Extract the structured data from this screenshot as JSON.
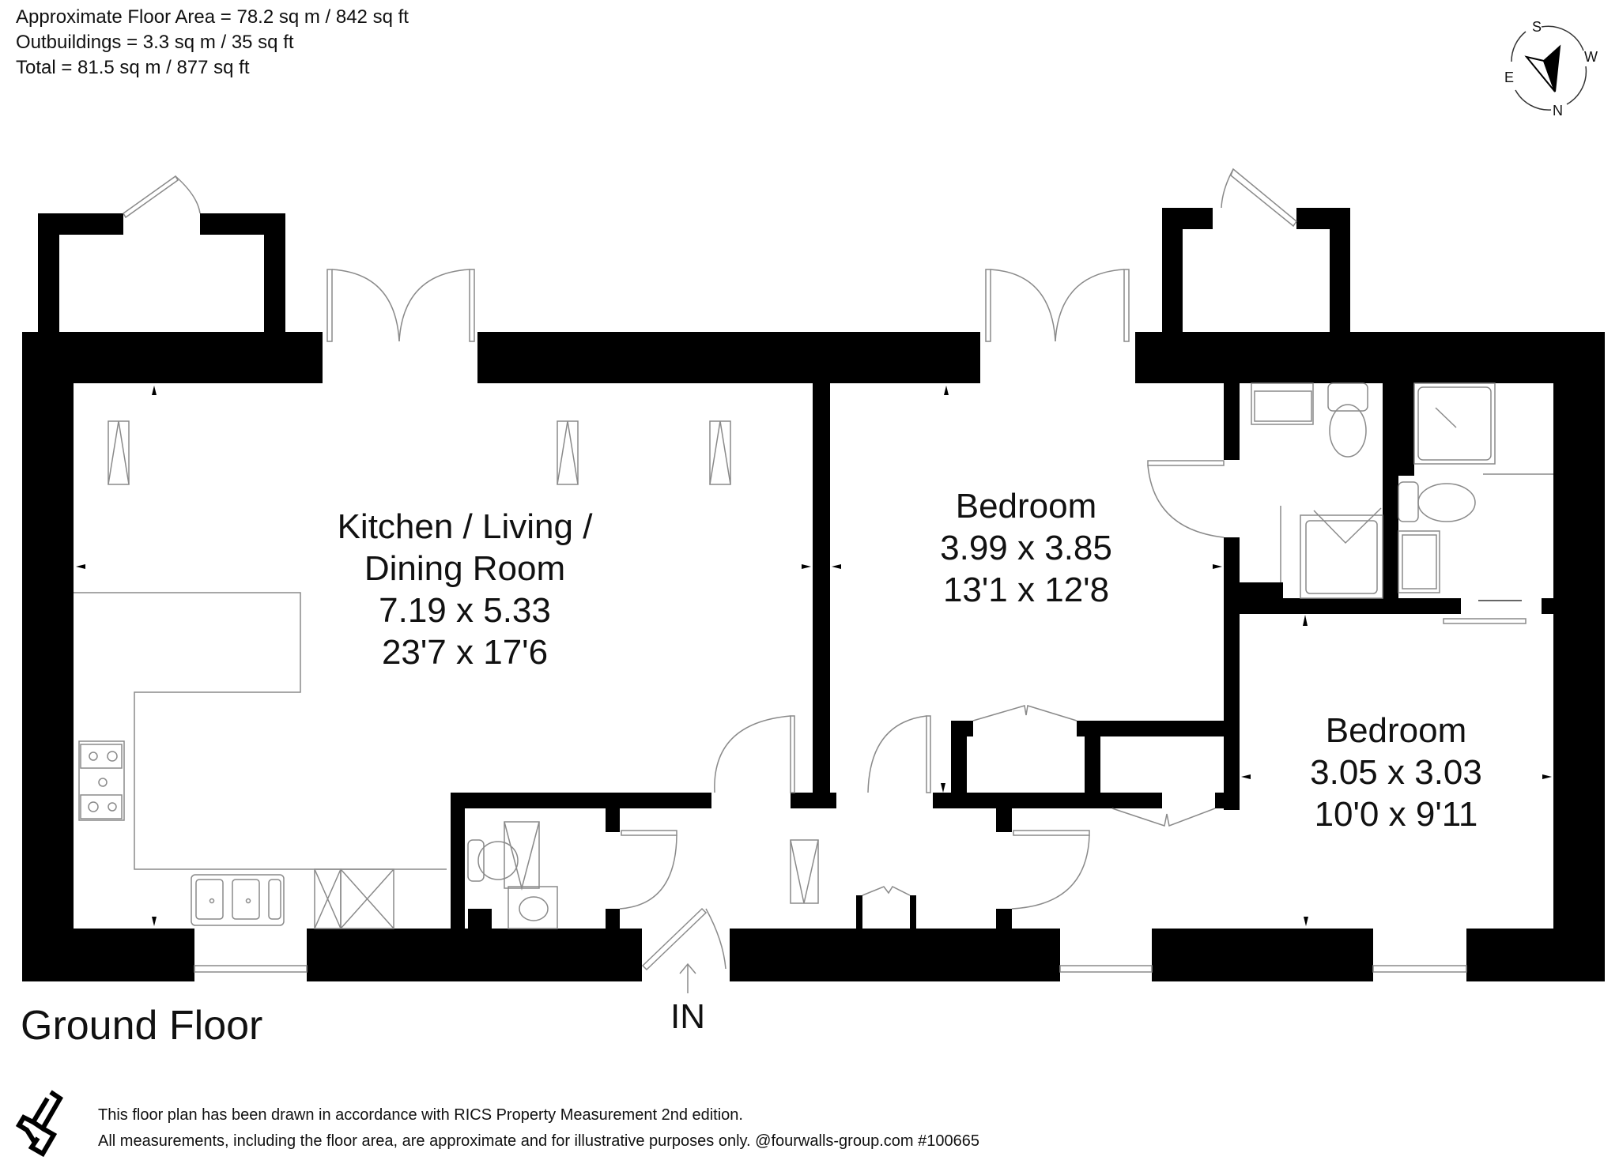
{
  "areas": {
    "approximate_floor_area": "Approximate Floor Area = 78.2 sq m / 842 sq ft",
    "outbuildings": "Outbuildings = 3.3 sq m / 35 sq ft",
    "total": "Total = 81.5 sq m / 877 sq ft"
  },
  "compass": {
    "top": "S",
    "right": "W",
    "bottom": "N",
    "left": "E"
  },
  "rooms": [
    {
      "name_line1": "Kitchen / Living /",
      "name_line2": "Dining Room",
      "metric": "7.19 x 5.33",
      "imperial": "23'7 x 17'6"
    },
    {
      "name_line1": "Bedroom",
      "metric": "3.99 x 3.85",
      "imperial": "13'1 x 12'8"
    },
    {
      "name_line1": "Bedroom",
      "metric": "3.05 x 3.03",
      "imperial": "10'0 x 9'11"
    }
  ],
  "floor_title": "Ground Floor",
  "entry_label": "IN",
  "footer": {
    "line1": "This floor plan has been drawn in accordance with RICS Property Measurement 2nd edition.",
    "line2": "All measurements, including the floor area, are approximate and for illustrative purposes only. @fourwalls-group.com #100665"
  },
  "colors": {
    "wall": "#000000",
    "fixture_line": "#8a8a8a",
    "background": "#ffffff"
  }
}
